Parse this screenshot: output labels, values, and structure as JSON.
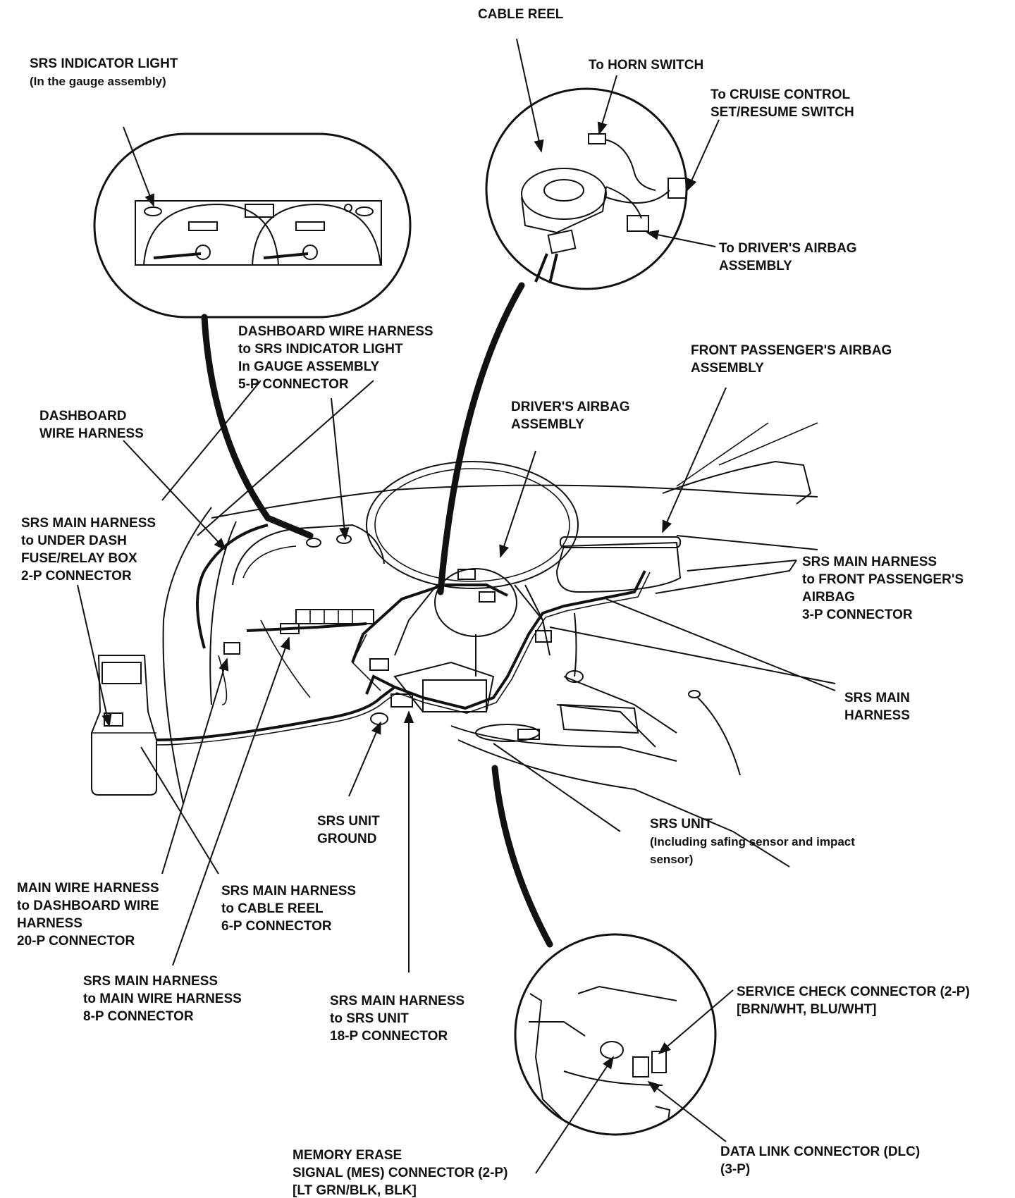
{
  "labels": {
    "cable_reel": [
      "CABLE REEL"
    ],
    "srs_indicator": [
      "SRS INDICATOR LIGHT",
      "(In the gauge assembly)"
    ],
    "horn_switch": [
      "To HORN SWITCH"
    ],
    "cruise_switch": [
      "To CRUISE CONTROL",
      "SET/RESUME SWITCH"
    ],
    "driver_airbag_conn": [
      "To DRIVER'S AIRBAG",
      "ASSEMBLY"
    ],
    "dash_harness_indicator": [
      "DASHBOARD WIRE HARNESS",
      "to SRS INDICATOR LIGHT",
      "In GAUGE ASSEMBLY",
      "5-P CONNECTOR"
    ],
    "front_pass_airbag": [
      "FRONT PASSENGER'S AIRBAG",
      "ASSEMBLY"
    ],
    "dashboard_harness": [
      "DASHBOARD",
      "WIRE HARNESS"
    ],
    "driver_airbag": [
      "DRIVER'S AIRBAG",
      "ASSEMBLY"
    ],
    "srs_under_dash": [
      "SRS MAIN HARNESS",
      "to UNDER DASH",
      "FUSE/RELAY BOX",
      "2-P CONNECTOR"
    ],
    "srs_front_pass": [
      "SRS MAIN HARNESS",
      "to FRONT PASSENGER'S",
      "AIRBAG",
      "3-P CONNECTOR"
    ],
    "srs_main_harness": [
      "SRS MAIN",
      "HARNESS"
    ],
    "srs_unit_ground": [
      "SRS UNIT",
      "GROUND"
    ],
    "srs_unit": [
      "SRS UNIT",
      "(Including safing sensor and impact",
      "sensor)"
    ],
    "main_to_dash": [
      "MAIN WIRE HARNESS",
      "to DASHBOARD WIRE",
      "HARNESS",
      "20-P CONNECTOR"
    ],
    "srs_cable_reel": [
      "SRS MAIN HARNESS",
      "to CABLE REEL",
      "6-P CONNECTOR"
    ],
    "srs_main_wire": [
      "SRS MAIN HARNESS",
      "to MAIN WIRE HARNESS",
      "8-P CONNECTOR"
    ],
    "srs_to_unit": [
      "SRS MAIN HARNESS",
      "to SRS UNIT",
      "18-P CONNECTOR"
    ],
    "service_check": [
      "SERVICE CHECK CONNECTOR (2-P)",
      "[BRN/WHT, BLU/WHT]"
    ],
    "dlc": [
      "DATA LINK CONNECTOR (DLC)",
      "(3-P)"
    ],
    "mes": [
      "MEMORY ERASE",
      "SIGNAL (MES) CONNECTOR (2-P)",
      "[LT GRN/BLK, BLK]"
    ]
  }
}
